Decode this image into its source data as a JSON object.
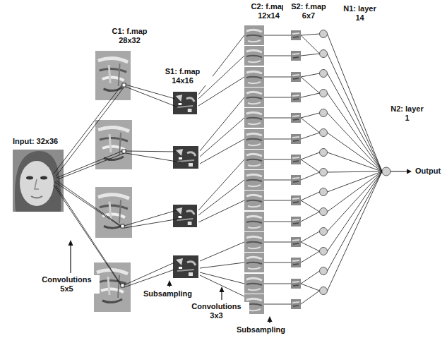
{
  "diagram": {
    "labels": [
      "C1: f.map 28x32",
      "S1: f.map 14x16",
      "C2: f.map 12x14",
      "S2: f.map 6x7",
      "N1: layer 14",
      "N2: layer 1",
      "Input: 32x36",
      "Output",
      "Convolutions 5x5",
      "Subsampling",
      "Convolutions 3x3",
      "Subsampling"
    ]
  }
}
